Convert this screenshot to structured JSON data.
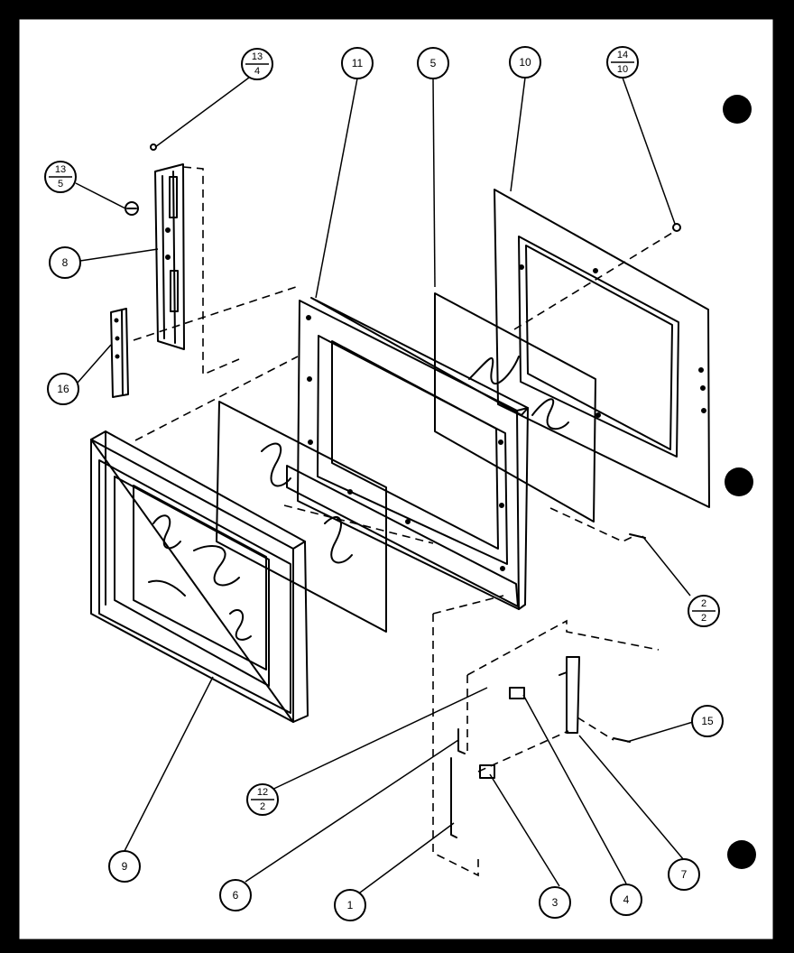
{
  "drawing": {
    "paper_color": "#ffffff",
    "border_color": "#000000",
    "line_color": "#000000",
    "hole_color": "#000000"
  },
  "callouts": [
    {
      "id": "c-1",
      "label": "1"
    },
    {
      "id": "c-3",
      "label": "3"
    },
    {
      "id": "c-4",
      "label": "4"
    },
    {
      "id": "c-5",
      "label": "5"
    },
    {
      "id": "c-6",
      "label": "6"
    },
    {
      "id": "c-7",
      "label": "7"
    },
    {
      "id": "c-8",
      "label": "8"
    },
    {
      "id": "c-9",
      "label": "9"
    },
    {
      "id": "c-10",
      "label": "10"
    },
    {
      "id": "c-11",
      "label": "11"
    },
    {
      "id": "c-15",
      "label": "15"
    },
    {
      "id": "c-16",
      "label": "16"
    }
  ],
  "ref_callouts": [
    {
      "id": "r-13-4",
      "top": "13",
      "bottom": "4"
    },
    {
      "id": "r-13-5",
      "top": "13",
      "bottom": "5"
    },
    {
      "id": "r-14-10",
      "top": "14",
      "bottom": "10"
    },
    {
      "id": "r-2-2",
      "top": "2",
      "bottom": "2"
    },
    {
      "id": "r-12-2",
      "top": "12",
      "bottom": "2"
    }
  ]
}
